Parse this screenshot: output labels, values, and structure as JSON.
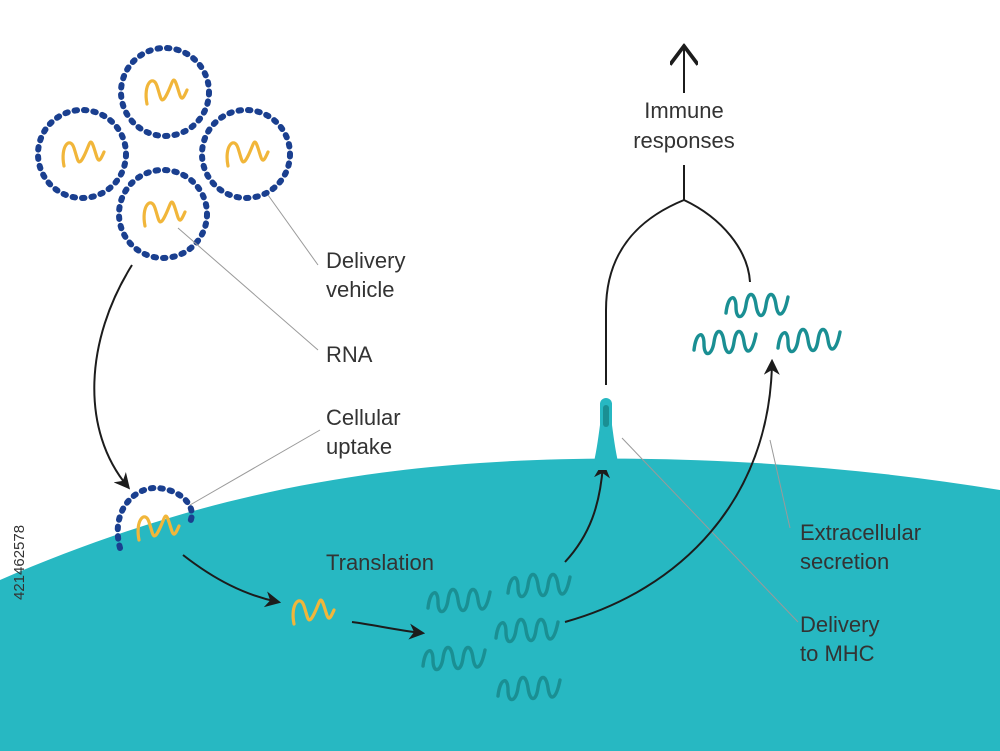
{
  "labels": {
    "delivery_vehicle_1": "Delivery",
    "delivery_vehicle_2": "vehicle",
    "rna": "RNA",
    "cellular_uptake_1": "Cellular",
    "cellular_uptake_2": "uptake",
    "translation": "Translation",
    "immune_1": "Immune",
    "immune_2": "responses",
    "extracellular_1": "Extracellular",
    "extracellular_2": "secretion",
    "delivery_mhc_1": "Delivery",
    "delivery_mhc_2": "to MHC"
  },
  "side_id": "421462578",
  "colors": {
    "cell": "#27b8c2",
    "vesicle_dots": "#1a3f8f",
    "rna": "#f1b63a",
    "protein": "#1a8f93",
    "text": "#333333",
    "arrow": "#1c1c1c",
    "leader": "#9a9a9a"
  }
}
